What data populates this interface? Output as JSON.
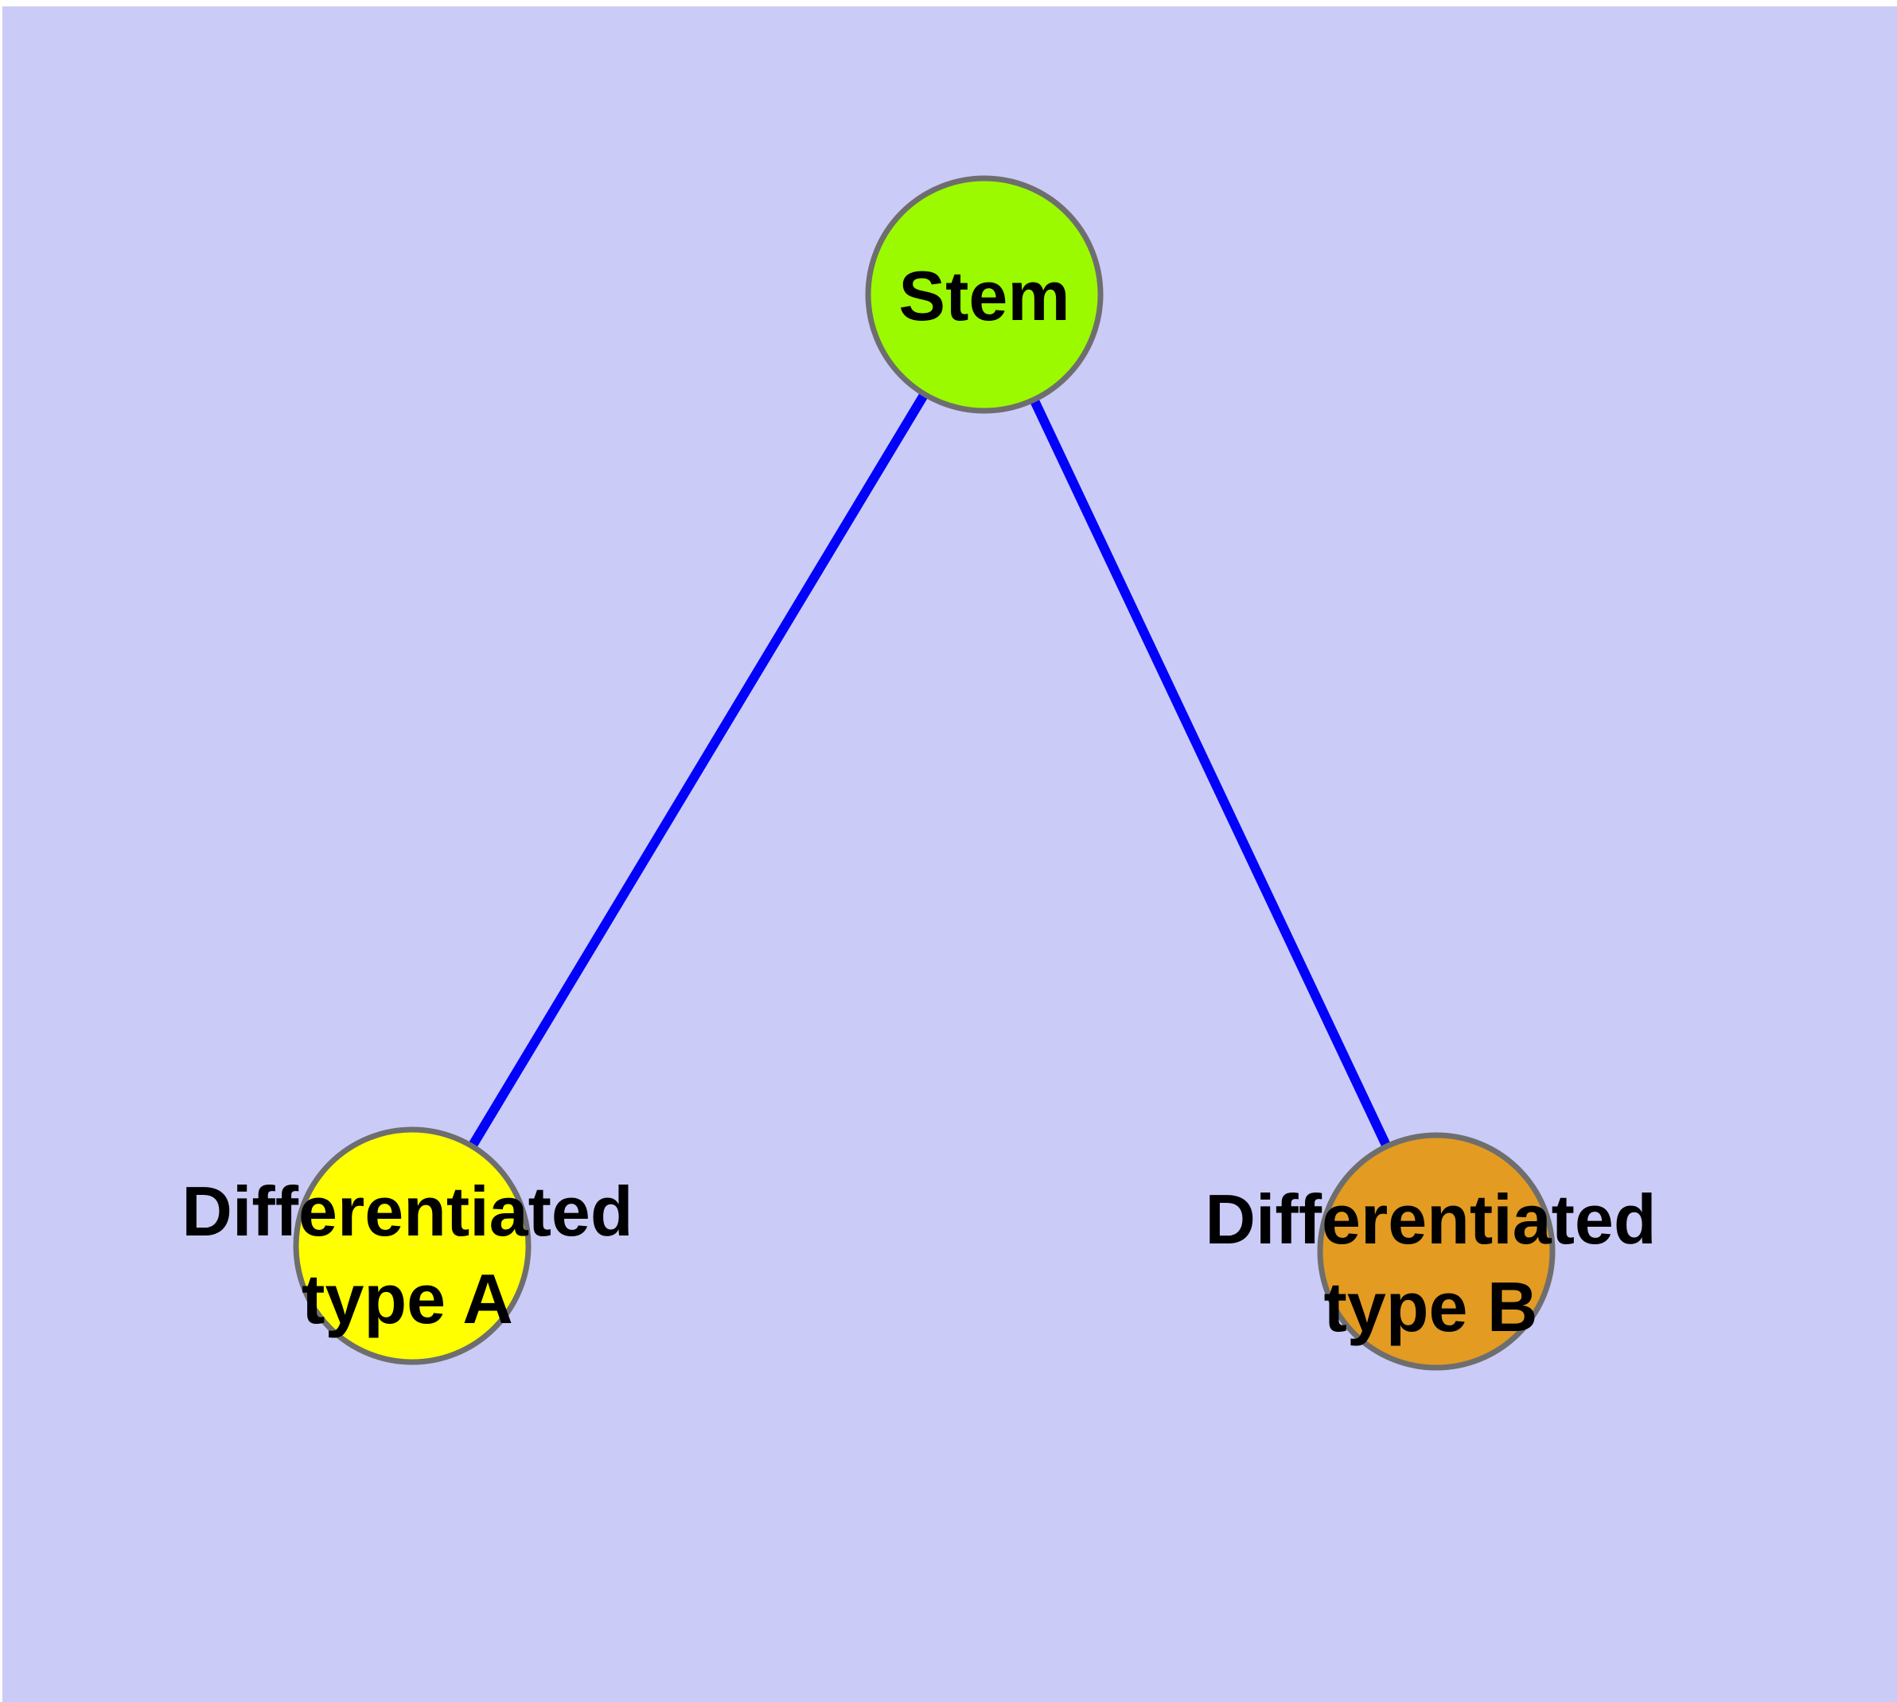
{
  "diagram": {
    "type": "graph",
    "background_color": "#CBCBF8",
    "margin_color": "#FFFFFF",
    "edge_color": "#0202FA",
    "node_border_color": "#6E6E6E",
    "label_color": "#000000",
    "nodes": [
      {
        "id": "stem",
        "label": "Stem",
        "color": "#9BFA00"
      },
      {
        "id": "differentiated-type-a",
        "label": "Differentiated\ntype A",
        "color": "#FFFF00"
      },
      {
        "id": "differentiated-type-b",
        "label": "Differentiated\ntype B",
        "color": "#E39B22"
      }
    ],
    "edges": [
      {
        "from": "stem",
        "to": "differentiated-type-a"
      },
      {
        "from": "stem",
        "to": "differentiated-type-b"
      }
    ]
  }
}
